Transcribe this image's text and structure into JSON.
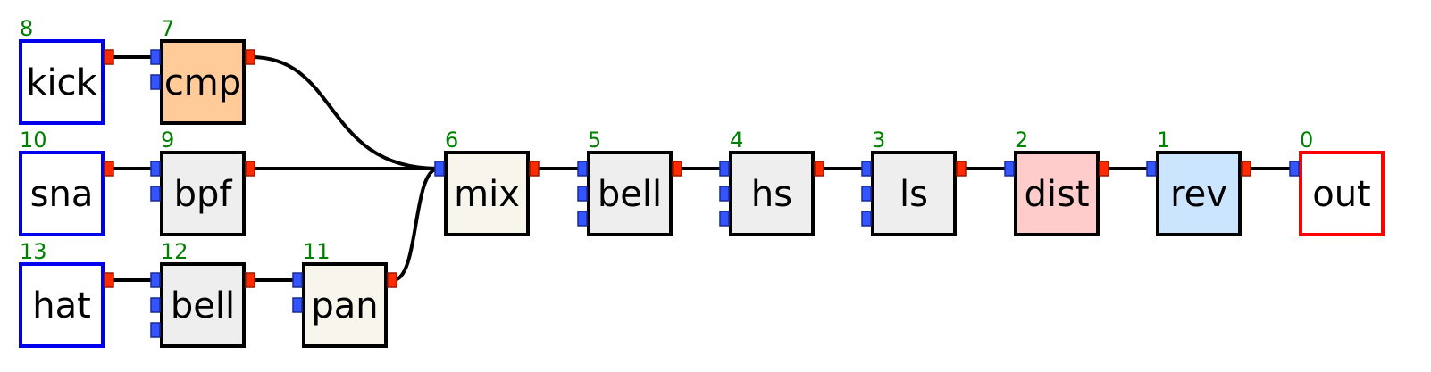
{
  "diagram": {
    "nodes": [
      {
        "id": "8",
        "label": "kick",
        "kind": "source",
        "fill": "#ffffff",
        "border": "#0000ee",
        "inputs": 0,
        "outputs": 1
      },
      {
        "id": "7",
        "label": "cmp",
        "kind": "effect",
        "fill": "#ffcc99",
        "border": "#000000",
        "inputs": 2,
        "outputs": 1
      },
      {
        "id": "10",
        "label": "sna",
        "kind": "source",
        "fill": "#ffffff",
        "border": "#0000ee",
        "inputs": 0,
        "outputs": 1
      },
      {
        "id": "9",
        "label": "bpf",
        "kind": "effect",
        "fill": "#eeeeee",
        "border": "#000000",
        "inputs": 2,
        "outputs": 1
      },
      {
        "id": "13",
        "label": "hat",
        "kind": "source",
        "fill": "#ffffff",
        "border": "#0000ee",
        "inputs": 0,
        "outputs": 1
      },
      {
        "id": "12",
        "label": "bell",
        "kind": "effect",
        "fill": "#eeeeee",
        "border": "#000000",
        "inputs": 3,
        "outputs": 1
      },
      {
        "id": "11",
        "label": "pan",
        "kind": "effect",
        "fill": "#f7f5ec",
        "border": "#000000",
        "inputs": 2,
        "outputs": 1
      },
      {
        "id": "6",
        "label": "mix",
        "kind": "effect",
        "fill": "#f7f5ec",
        "border": "#000000",
        "inputs": 1,
        "outputs": 1
      },
      {
        "id": "5",
        "label": "bell",
        "kind": "effect",
        "fill": "#eeeeee",
        "border": "#000000",
        "inputs": 3,
        "outputs": 1
      },
      {
        "id": "4",
        "label": "hs",
        "kind": "effect",
        "fill": "#eeeeee",
        "border": "#000000",
        "inputs": 3,
        "outputs": 1
      },
      {
        "id": "3",
        "label": "ls",
        "kind": "effect",
        "fill": "#eeeeee",
        "border": "#000000",
        "inputs": 3,
        "outputs": 1
      },
      {
        "id": "2",
        "label": "dist",
        "kind": "effect",
        "fill": "#ffcccc",
        "border": "#000000",
        "inputs": 1,
        "outputs": 1
      },
      {
        "id": "1",
        "label": "rev",
        "kind": "effect",
        "fill": "#cce5ff",
        "border": "#000000",
        "inputs": 1,
        "outputs": 1
      },
      {
        "id": "0",
        "label": "out",
        "kind": "sink",
        "fill": "#ffffff",
        "border": "#ff0000",
        "inputs": 1,
        "outputs": 0
      }
    ],
    "edges": [
      {
        "from": "8",
        "to": "7",
        "to_port": 0
      },
      {
        "from": "10",
        "to": "9",
        "to_port": 0
      },
      {
        "from": "13",
        "to": "12",
        "to_port": 0
      },
      {
        "from": "12",
        "to": "11",
        "to_port": 0
      },
      {
        "from": "7",
        "to": "6",
        "to_port": 0
      },
      {
        "from": "9",
        "to": "6",
        "to_port": 0
      },
      {
        "from": "11",
        "to": "6",
        "to_port": 0
      },
      {
        "from": "6",
        "to": "5",
        "to_port": 0
      },
      {
        "from": "5",
        "to": "4",
        "to_port": 0
      },
      {
        "from": "4",
        "to": "3",
        "to_port": 0
      },
      {
        "from": "3",
        "to": "2",
        "to_port": 0
      },
      {
        "from": "2",
        "to": "1",
        "to_port": 0
      },
      {
        "from": "1",
        "to": "0",
        "to_port": 0
      }
    ]
  }
}
